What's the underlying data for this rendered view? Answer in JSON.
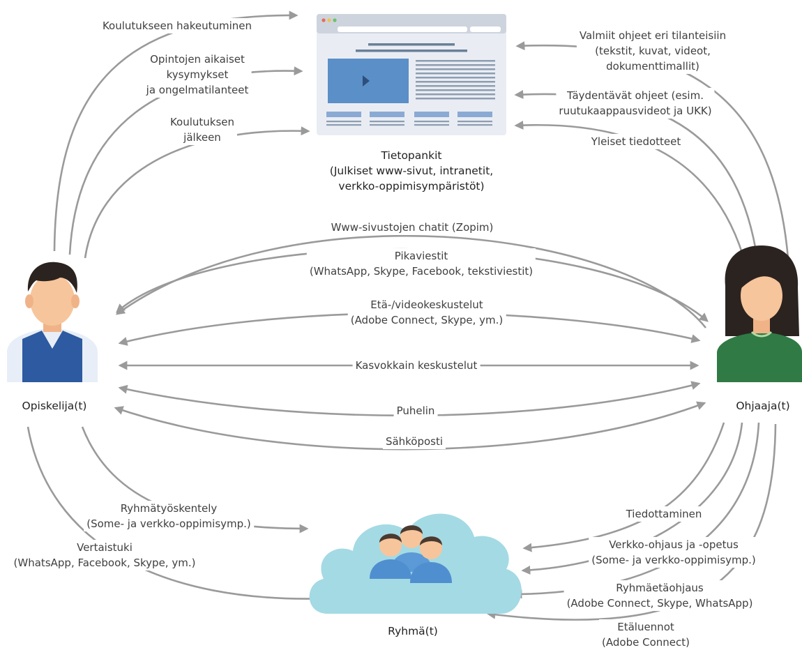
{
  "nodes": {
    "student": "Opiskelija(t)",
    "advisor": "Ohjaaja(t)",
    "group": "Ryhmä(t)",
    "databank": [
      "Tietopankit",
      "(Julkiset www-sivut, intranetit,",
      "verkko-oppimisympäristöt)"
    ]
  },
  "student_to_databank": {
    "application": "Koulutukseen hakeutuminen",
    "during_studies": [
      "Opintojen aikaiset",
      "kysymykset",
      "ja ongelmatilanteet"
    ],
    "after": [
      "Koulutuksen",
      "jälkeen"
    ]
  },
  "advisor_to_databank": {
    "ready_guides": [
      "Valmiit ohjeet eri tilanteisiin",
      "(tekstit, kuvat, videot,",
      "dokumenttimallit)"
    ],
    "supplementary": [
      "Täydentävät ohjeet (esim.",
      "ruutukaappausvideot ja UKK)"
    ],
    "announcements": "Yleiset tiedotteet"
  },
  "channels": {
    "chat": "Www-sivustojen chatit (Zopim)",
    "instant": [
      "Pikaviestit",
      "(WhatsApp, Skype, Facebook, tekstiviestit)"
    ],
    "video": [
      "Etä-/videokeskustelut",
      "(Adobe Connect, Skype, ym.)"
    ],
    "face": "Kasvokkain keskustelut",
    "phone": "Puhelin",
    "email": "Sähköposti"
  },
  "student_to_group": {
    "groupwork": [
      "Ryhmätyöskentely",
      "(Some- ja verkko-oppimisymp.)"
    ],
    "peer": [
      "Vertaistuki",
      "(WhatsApp, Facebook, Skype, ym.)"
    ]
  },
  "advisor_to_group": {
    "informing": "Tiedottaminen",
    "online": [
      "Verkko-ohjaus ja -opetus",
      "(Some- ja verkko-oppimisymp.)"
    ],
    "group_remote": [
      "Ryhmäetäohjaus",
      "(Adobe Connect, Skype, WhatsApp)"
    ],
    "lectures": [
      "Etäluennot",
      "(Adobe Connect)"
    ]
  },
  "colors": {
    "arrow": "#9a9a9a",
    "browser_frame": "#e9edf3",
    "browser_header": "#bcc5d1",
    "browser_video": "#5b8fc7",
    "cloud": "#8fd0dd",
    "student_vest": "#2d5aa0",
    "advisor_shirt": "#2f7a45",
    "skin": "#f7c59b",
    "hair": "#2b2320"
  },
  "icons": [
    "browser-window-icon",
    "student-avatar-icon",
    "advisor-avatar-icon",
    "group-cloud-icon"
  ]
}
